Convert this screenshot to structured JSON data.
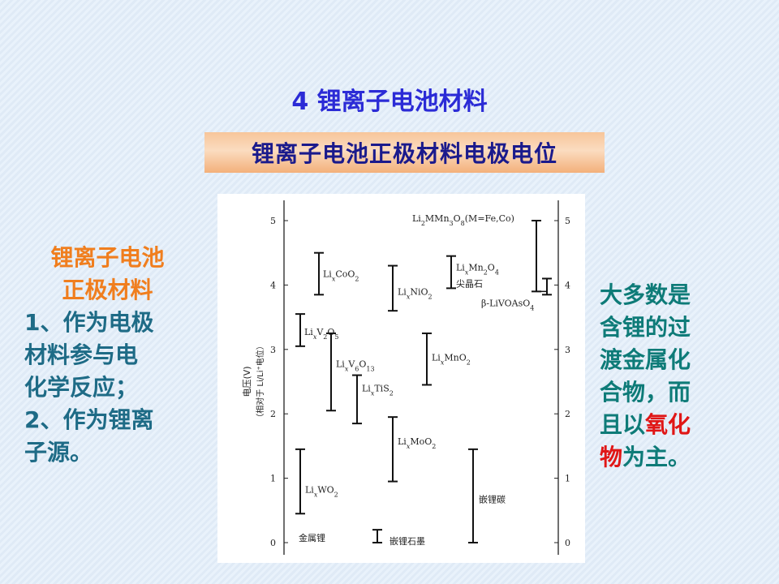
{
  "title": "4 锂离子电池材料",
  "banner": "锂离子电池正极材料电极电位",
  "left": {
    "head1": "锂离子电池",
    "head2": "正极材料",
    "lines": [
      "1、作为电极",
      "材料参与电",
      "化学反应；",
      "2、作为锂离",
      "子源。"
    ]
  },
  "right": {
    "lines": [
      "大多数是",
      "含锂的过",
      "渡金属化",
      "合物，而"
    ],
    "last_line": {
      "prefix": "且以",
      "red1": "氧化"
    },
    "final_line": {
      "red2": "物",
      "suffix": "为主。"
    }
  },
  "colors": {
    "title": "#2b2bd6",
    "banner_text": "#1a1a8c",
    "left_head": "#f07e1e",
    "body_text": "#1e6b86",
    "right_text": "#0e7b78",
    "highlight": "#e01616"
  },
  "chart_data": {
    "type": "range",
    "ylabel": "电压(V)",
    "ylabel_sub": "（相对于 Li/Li⁺电位）",
    "ylim": [
      0,
      5
    ],
    "ticks": [
      "0",
      "1",
      "2",
      "3",
      "4",
      "5"
    ],
    "materials": [
      {
        "name": "LixCoO2",
        "min": 3.85,
        "max": 4.5
      },
      {
        "name": "LixV2O5",
        "min": 3.05,
        "max": 3.55
      },
      {
        "name": "LixV6O13",
        "min": 2.05,
        "max": 3.25
      },
      {
        "name": "LixTiS2",
        "min": 1.85,
        "max": 2.6
      },
      {
        "name": "LixWO2",
        "min": 0.45,
        "max": 1.45
      },
      {
        "name": "LixNiO2",
        "min": 3.6,
        "max": 4.3
      },
      {
        "name": "LixMoO2",
        "min": 0.95,
        "max": 1.95
      },
      {
        "name": "LixMnO2",
        "min": 2.45,
        "max": 3.25
      },
      {
        "name": "LixMn2O4",
        "min": 3.95,
        "max": 4.45
      },
      {
        "name": "尖晶石",
        "min": null,
        "max": null
      },
      {
        "name": "Li2MMn3O8(M=Fe,Co)",
        "min": 3.9,
        "max": 5.0
      },
      {
        "name": "β-LiVOAsO4",
        "min": 3.85,
        "max": 4.1
      },
      {
        "name": "嵌锂碳",
        "min": 0.0,
        "max": 1.45
      },
      {
        "name": "嵌锂石墨",
        "min": 0.0,
        "max": 0.2
      },
      {
        "name": "金属锂",
        "min": 0.0,
        "max": 0.0
      }
    ]
  }
}
